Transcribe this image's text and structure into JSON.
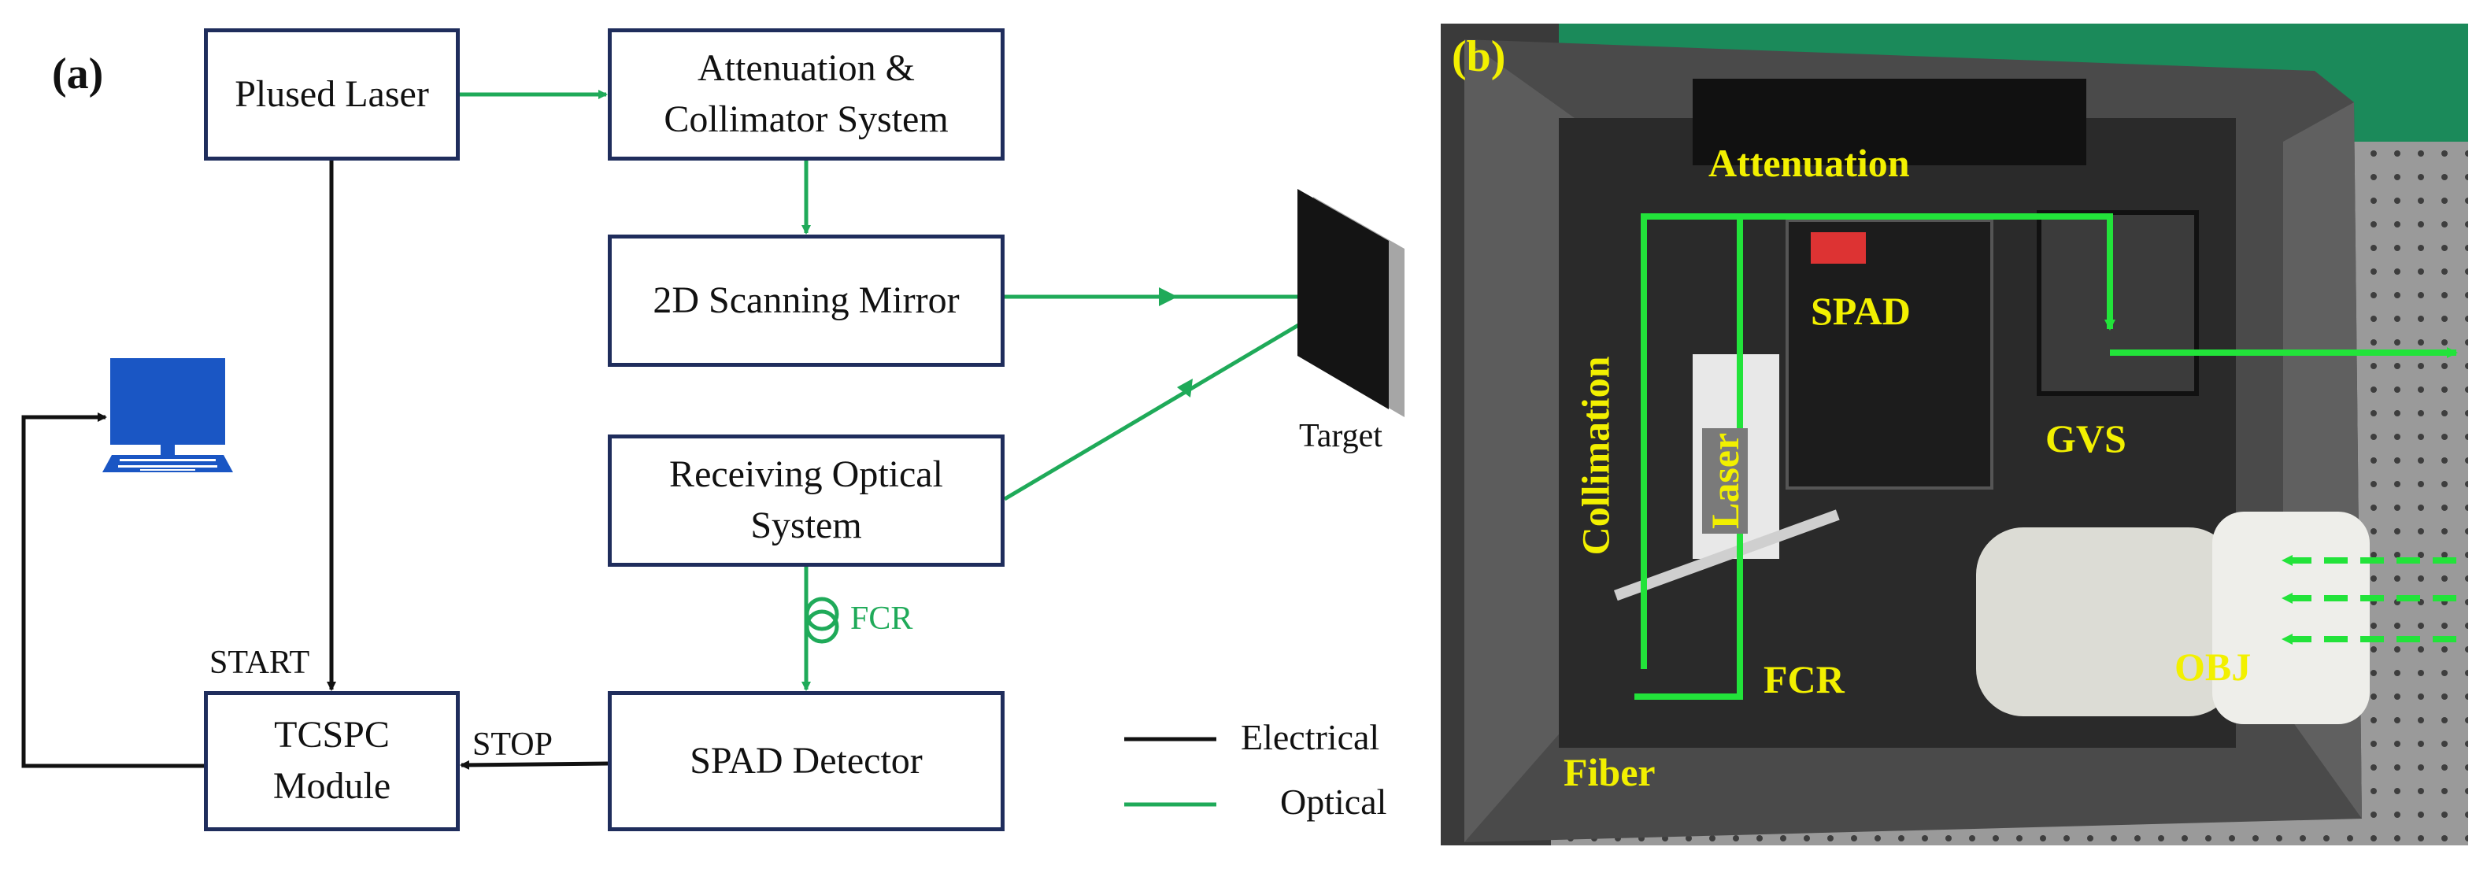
{
  "panel_a": {
    "tag": "(a)",
    "boxes": {
      "laser": "Plused Laser",
      "attenuation_line1": "Attenuation &",
      "attenuation_line2": "Collimator System",
      "mirror": "2D Scanning Mirror",
      "receiving_line1": "Receiving Optical",
      "receiving_line2": "System",
      "spad": "SPAD Detector",
      "tcspc_line1": "TCSPC",
      "tcspc_line2": "Module"
    },
    "labels": {
      "target": "Target",
      "fcr": "FCR",
      "start": "START",
      "stop": "STOP"
    },
    "legend": {
      "electrical": "Electrical",
      "optical": "Optical"
    },
    "colors": {
      "optical": "#1faa59",
      "electrical": "#111111",
      "box_border": "#1f2d5c",
      "computer": "#1a56c4"
    },
    "icons": [
      "computer-icon",
      "target-icon",
      "fiber-coil-icon"
    ]
  },
  "panel_b": {
    "tag": "(b)",
    "labels": {
      "attenuation": "Attenuation",
      "spad": "SPAD",
      "collimation": "Collimation",
      "laser": "Laser",
      "gvs": "GVS",
      "fcr": "FCR",
      "obj": "OBJ",
      "fiber": "Fiber"
    },
    "colors": {
      "label": "#f2f000",
      "beam": "#22e33a"
    }
  }
}
